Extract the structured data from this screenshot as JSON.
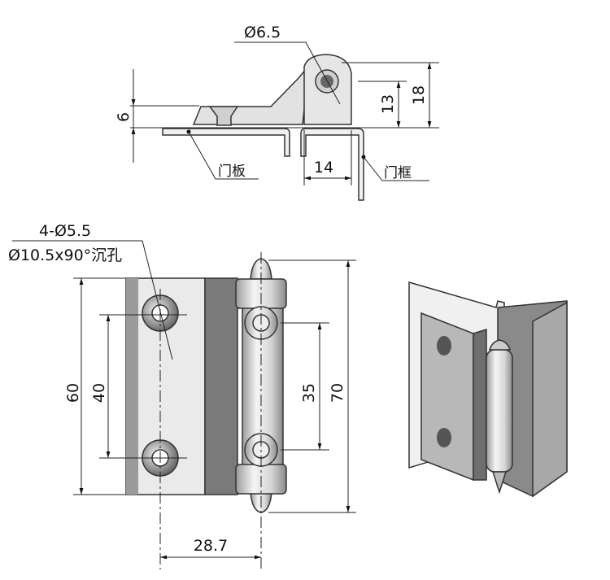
{
  "side_view": {
    "pin_diameter": "Ø6.5",
    "dim_leaf_height": "6",
    "dim_pin_height": "13",
    "dim_total_height": "18",
    "dim_offset": "14",
    "label_door_panel": "门板",
    "label_door_frame": "门框"
  },
  "front_view": {
    "hole_callout_line1": "4-Ø5.5",
    "hole_callout_line2": "Ø10.5x90°沉孔",
    "dim_leaf_height": "60",
    "dim_hole_spacing": "40",
    "dim_knuckle_hole_spacing": "35",
    "dim_overall_height": "70",
    "dim_hole_to_pin": "28.7"
  },
  "colors": {
    "light_metal": "#e8e8e8",
    "dark_metal": "#7a7a7a",
    "line": "#222222"
  }
}
